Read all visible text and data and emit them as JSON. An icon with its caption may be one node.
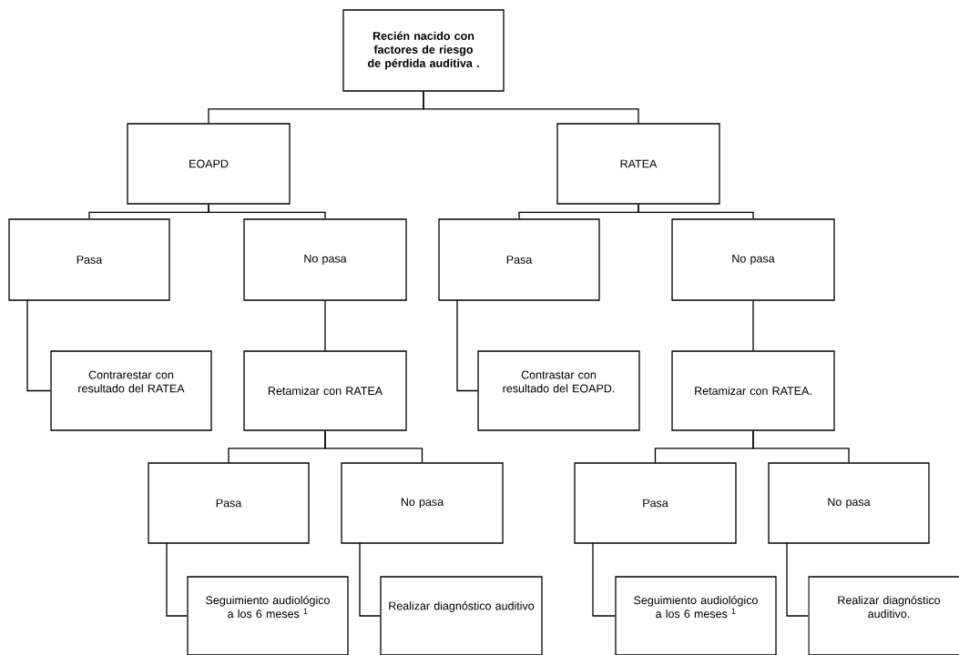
{
  "diagram": {
    "nodes": [
      {
        "text": [
          "Recién nacido con factores de riesgo de pérdida auditiva ."
        ]
      },
      {
        "text": [
          "EOAPD"
        ]
      },
      {
        "text": [
          "RATEA"
        ]
      },
      {
        "text": [
          "Pasa"
        ]
      },
      {
        "text": [
          "No pasa"
        ]
      },
      {
        "text": [
          "Contrarestar con resultado del RATEA"
        ]
      },
      {
        "text": [
          "Retamizar con RATEA"
        ]
      },
      {
        "text": [
          "Pasa"
        ]
      },
      {
        "text": [
          "No pasa"
        ]
      },
      {
        "text": [
          "Contrastar con resultado del EOAPD."
        ]
      },
      {
        "text": [
          "Retamizar con RATEA."
        ]
      },
      {
        "text": [
          "Pasa"
        ]
      },
      {
        "text": [
          "No pasa"
        ]
      },
      {
        "text": [
          "Seguimiento audiológico a los 6 meses $^{1}$"
        ]
      },
      {
        "text": [
          "Realizar diagnóstico auditivo"
        ]
      },
      {
        "text": [
          "Pasa"
        ]
      },
      {
        "text": [
          "No pasa"
        ]
      },
      {
        "text": [
          "Seguimiento audiológico a los 6 meses $^{1}$"
        ]
      },
      {
        "text": [
          "Realizar diagnóstico auditivo."
        ]
      }
    ],
    "edges": [
      {
        "from": 0,
        "to": 1,
        "arrow": "none"
      },
      {
        "from": 0,
        "to": 2,
        "arrow": "none"
      },
      {
        "from": 1,
        "to": 3,
        "arrow": "none"
      },
      {
        "from": 1,
        "to": 4,
        "arrow": "none"
      },
      {
        "from": 3,
        "to": 5,
        "arrow": "none"
      },
      {
        "from": 4,
        "to": 6,
        "arrow": "none"
      },
      {
        "from": 2,
        "to": 7,
        "arrow": "none"
      },
      {
        "from": 2,
        "to": 8,
        "arrow": "none"
      },
      {
        "from": 7,
        "to": 9,
        "arrow": "none"
      },
      {
        "from": 8,
        "to": 10,
        "arrow": "none"
      },
      {
        "from": 6,
        "to": 11,
        "arrow": "none"
      },
      {
        "from": 6,
        "to": 12,
        "arrow": "none"
      },
      {
        "from": 11,
        "to": 13,
        "arrow": "none"
      },
      {
        "from": 12,
        "to": 14,
        "arrow": "none"
      },
      {
        "from": 10,
        "to": 15,
        "arrow": "none"
      },
      {
        "from": 10,
        "to": 16,
        "arrow": "none"
      },
      {
        "from": 15,
        "to": 17,
        "arrow": "none"
      },
      {
        "from": 16,
        "to": 18,
        "arrow": "none"
      }
    ]
  }
}
